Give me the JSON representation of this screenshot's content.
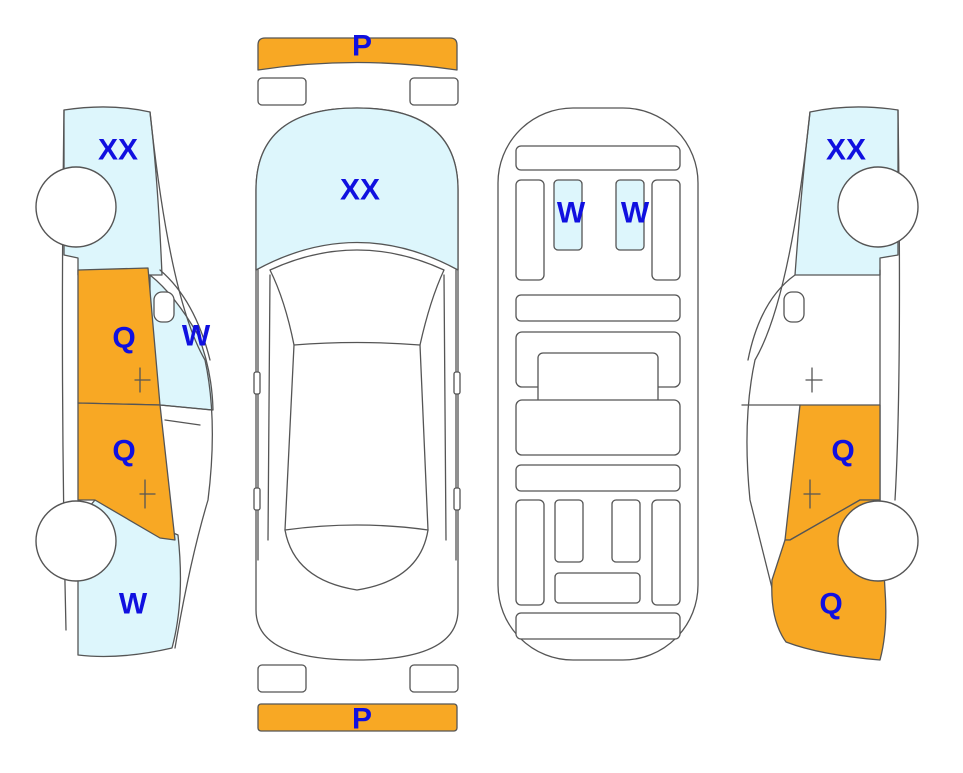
{
  "colors": {
    "damage_orange": "#F8A824",
    "paint_blue": "#DDF6FC",
    "label_text": "#1010E0",
    "outline": "#555555"
  },
  "labels": {
    "front_bumper": "P",
    "rear_bumper": "P",
    "hood": "XX",
    "left_front_fender": "XX",
    "right_front_fender": "XX",
    "left_front_door": "Q",
    "left_rear_door": "Q",
    "left_a_pillar": "W",
    "left_rear_quarter": "W",
    "roof_left": "W",
    "roof_right": "W",
    "right_rear_door": "Q",
    "right_rear_quarter": "Q"
  }
}
